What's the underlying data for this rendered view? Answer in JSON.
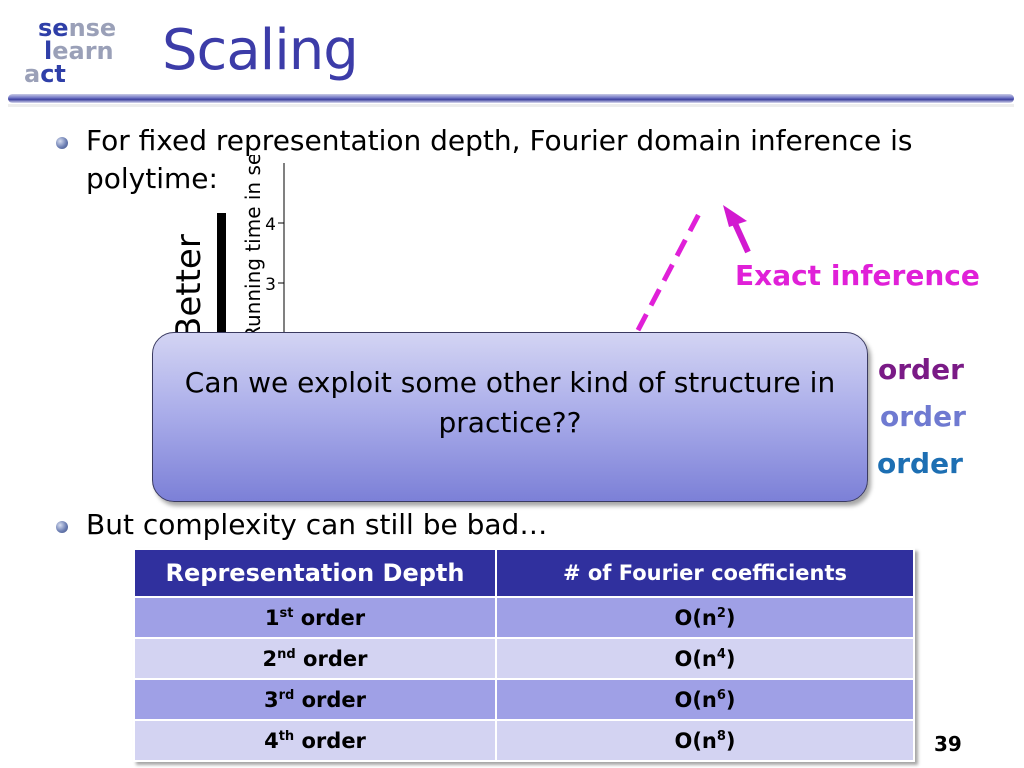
{
  "logo": {
    "w1a": "se",
    "w1b": "nse",
    "w2a": "l",
    "w2b": "earn",
    "w3a": "a",
    "w3b": "ct"
  },
  "title": "Scaling",
  "bullets": {
    "b1": "For fixed representation depth, Fourier domain inference is polytime:",
    "b2": "But complexity can still be bad…"
  },
  "chart": {
    "better_label": "Better",
    "ylabel": "Running time in seconds",
    "yticks": [
      "3",
      "4"
    ],
    "exact_inference": "Exact inference",
    "legend": [
      "order",
      "order",
      "order"
    ],
    "colors": {
      "exact": "#e020d8",
      "order1": "#7a1a86",
      "order2": "#6f7ad1",
      "order3": "#1d6fb3"
    }
  },
  "callout": {
    "text": "Can we exploit some other kind of structure in practice??"
  },
  "table": {
    "headers": [
      "Representation Depth",
      "# of Fourier coefficients"
    ],
    "rows": [
      {
        "num": "1",
        "suf": "st",
        "word": " order",
        "o_pre": "O(n",
        "exp": "2",
        "o_post": ")"
      },
      {
        "num": "2",
        "suf": "nd",
        "word": " order",
        "o_pre": "O(n",
        "exp": "4",
        "o_post": ")"
      },
      {
        "num": "3",
        "suf": "rd",
        "word": " order",
        "o_pre": "O(n",
        "exp": "6",
        "o_post": ")"
      },
      {
        "num": "4",
        "suf": "th",
        "word": " order",
        "o_pre": "O(n",
        "exp": "8",
        "o_post": ")"
      }
    ]
  },
  "page_number": "39"
}
